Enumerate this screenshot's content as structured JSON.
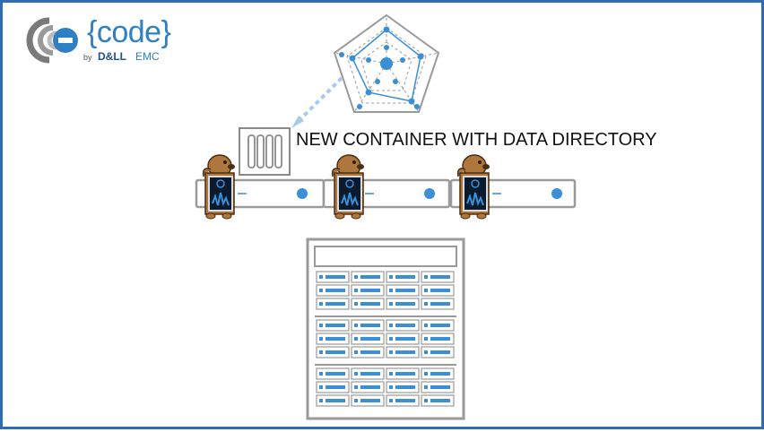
{
  "logo": {
    "word": "{code}",
    "by": "by",
    "brand_dell": "D&LL",
    "brand_emc": "EMC",
    "brand_color": "#2f7fc3"
  },
  "caption": "NEW CONTAINER WITH DATA DIRECTORY",
  "colors": {
    "frame": "#2f6db3",
    "accent_blue": "#3a8fd6",
    "outline_gray": "#9a9a9a",
    "dashed_arrow": "#a9cbe8"
  },
  "icons": {
    "radar": "radar-chart-icon",
    "container": "container-box-icon",
    "server": "server-node-icon",
    "mascot": "gopher-mascot-icon",
    "rack": "storage-rack-icon"
  }
}
